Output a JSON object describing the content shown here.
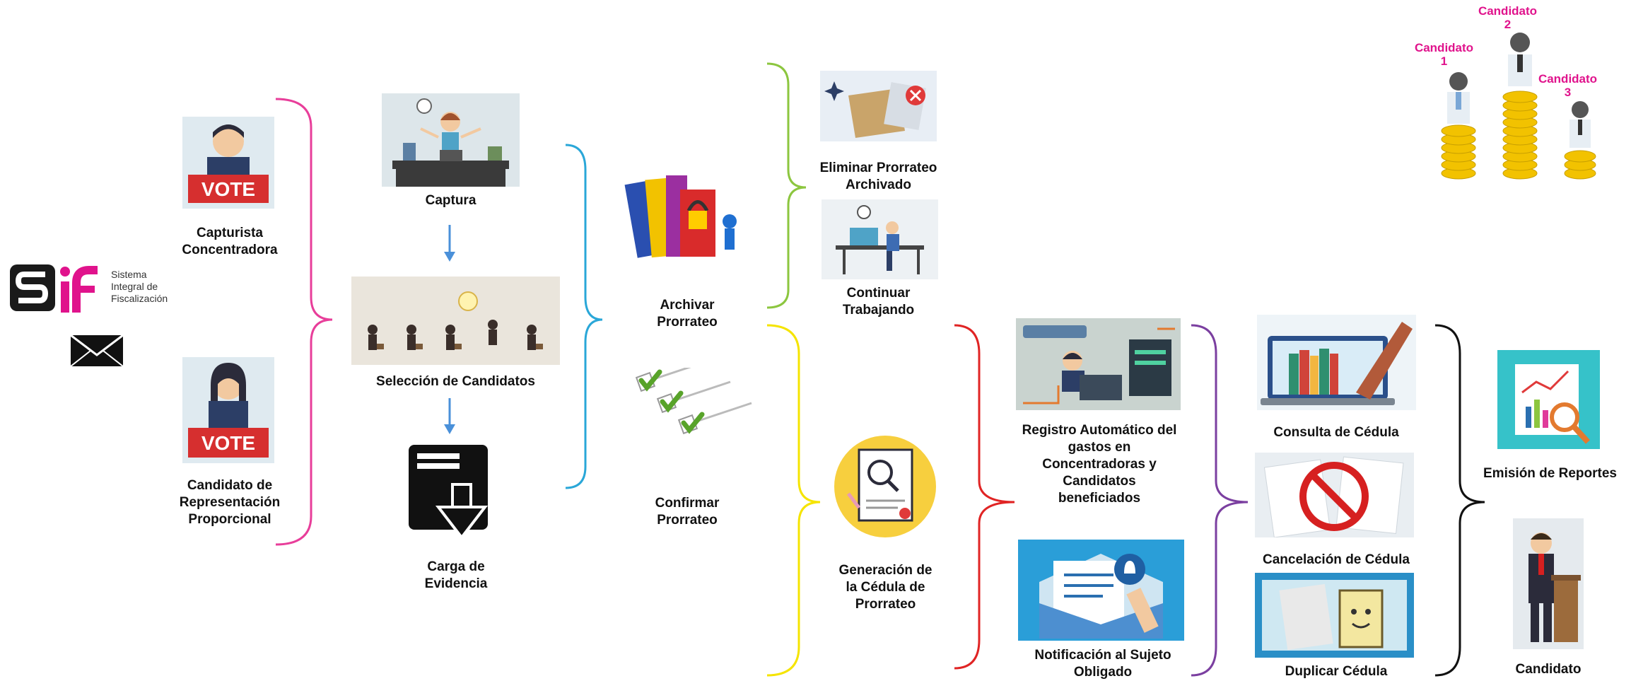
{
  "logo": {
    "letters": "SIF",
    "text_lines": [
      "Sistema",
      "Integral de",
      "Fiscalización"
    ]
  },
  "col1": {
    "vote_text": "VOTE",
    "capturista": "Capturista\nConcentradora",
    "candidato_rp": "Candidato de\nRepresentación\nProporcional"
  },
  "col2": {
    "captura": "Captura",
    "seleccion": "Selección de Candidatos",
    "carga": "Carga de\nEvidencia"
  },
  "col3": {
    "archivar": "Archivar\nProrrateo",
    "confirmar": "Confirmar\nProrrateo"
  },
  "col4": {
    "eliminar": "Eliminar Prorrateo\nArchivado",
    "continuar": "Continuar\nTrabajando",
    "generacion": "Generación de\nla Cédula de\nProrrateo"
  },
  "col5": {
    "registro": "Registro Automático del\ngastos en\nConcentradoras y\nCandidatos\nbeneficiados",
    "notificacion": "Notificación al Sujeto\nObligado"
  },
  "col6": {
    "consulta": "Consulta de Cédula",
    "cancelacion": "Cancelación de Cédula",
    "duplicar": "Duplicar Cédula"
  },
  "col7": {
    "emision": "Emisión de Reportes",
    "candidato": "Candidato"
  },
  "podium": {
    "c1": "Candidato\n1",
    "c2": "Candidato\n2",
    "c3": "Candidato\n3"
  },
  "colors": {
    "magenta_brace": "#e83e9a",
    "cyan_brace": "#2aa7d8",
    "green_brace": "#8cc63f",
    "yellow_brace": "#f5e400",
    "red_brace": "#e02424",
    "purple_brace": "#7b3fa0",
    "black_brace": "#111111",
    "arrow": "#4a90d9",
    "candidate_label": "#e0138c"
  }
}
